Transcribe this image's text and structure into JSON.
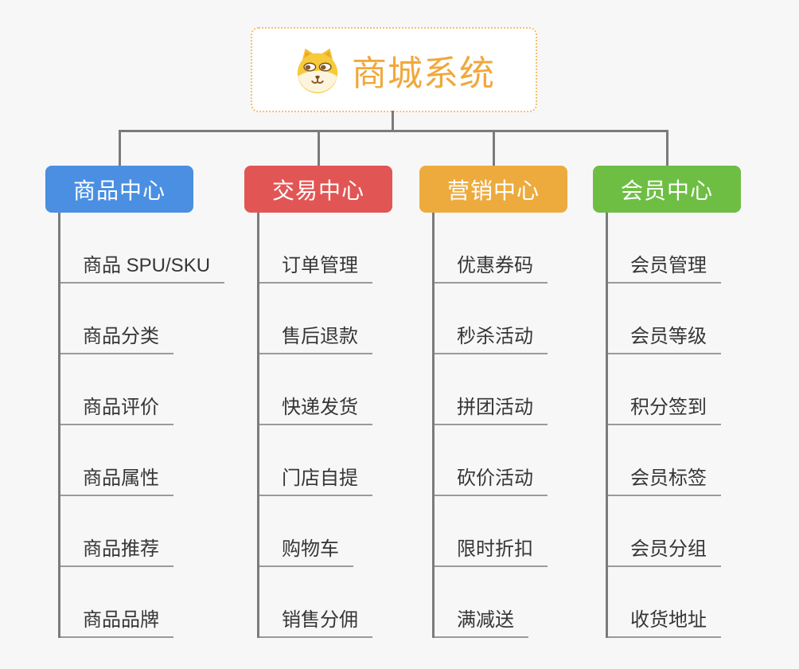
{
  "root": {
    "title": "商城系统",
    "icon": "dog-icon",
    "text_color": "#f0a83c",
    "border_color": "#f4c064"
  },
  "connector_color": "#7b7b7b",
  "underline_color": "#9a9a9a",
  "background_color": "#f7f7f8",
  "columns": [
    {
      "id": "product-center",
      "label": "商品中心",
      "color": "#4a8fe2",
      "items": [
        "商品 SPU/SKU",
        "商品分类",
        "商品评价",
        "商品属性",
        "商品推荐",
        "商品品牌"
      ]
    },
    {
      "id": "trade-center",
      "label": "交易中心",
      "color": "#e15654",
      "items": [
        "订单管理",
        "售后退款",
        "快递发货",
        "门店自提",
        "购物车",
        "销售分佣"
      ]
    },
    {
      "id": "marketing-center",
      "label": "营销中心",
      "color": "#edab3e",
      "items": [
        "优惠券码",
        "秒杀活动",
        "拼团活动",
        "砍价活动",
        "限时折扣",
        "满减送"
      ]
    },
    {
      "id": "member-center",
      "label": "会员中心",
      "color": "#6ebe44",
      "items": [
        "会员管理",
        "会员等级",
        "积分签到",
        "会员标签",
        "会员分组",
        "收货地址"
      ]
    }
  ]
}
